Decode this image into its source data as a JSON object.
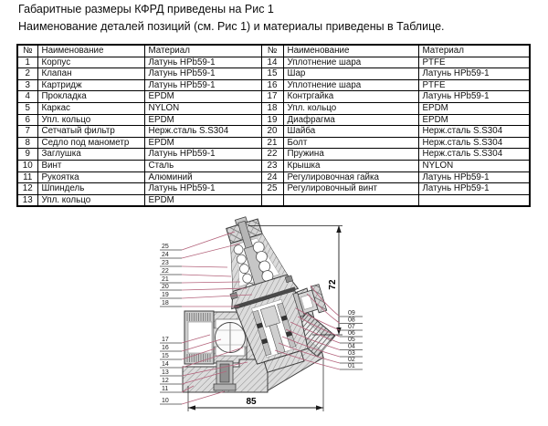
{
  "header": {
    "line1": "Габаритные размеры КФРД приведены на Рис 1",
    "line2": "Наименование деталей позиций (см. Рис 1) и материалы приведены в Таблице."
  },
  "table": {
    "headers": [
      "№",
      "Наименование",
      "Материал",
      "№",
      "Наименование",
      "Материал"
    ],
    "rows": [
      [
        "1",
        "Корпус",
        "Латунь HPb59-1",
        "14",
        "Уплотнение шара",
        "PTFE"
      ],
      [
        "2",
        "Клапан",
        "Латунь HPb59-1",
        "15",
        "Шар",
        "Латунь  HPb59-1"
      ],
      [
        "3",
        "Картридж",
        "Латунь  HPb59-1",
        "16",
        "Уплотнение шара",
        "PTFE"
      ],
      [
        "4",
        "Прокладка",
        "EPDM",
        "17",
        "Контргайка",
        "Латунь  HPb59-1"
      ],
      [
        "5",
        "Каркас",
        "NYLON",
        "18",
        "Упл. кольцо",
        "EPDM"
      ],
      [
        "6",
        "Упл. кольцо",
        "EPDM",
        "19",
        "Диафрагма",
        "EPDM"
      ],
      [
        "7",
        "Сетчатый фильтр",
        "Нерж.сталь S.S304",
        "20",
        "Шайба",
        "Нерж.сталь S.S304"
      ],
      [
        "8",
        "Седло под манометр",
        "EPDM",
        "21",
        "Болт",
        "Нерж.сталь S.S304"
      ],
      [
        "9",
        "Заглушка",
        "Латунь  HPb59-1",
        "22",
        "Пружина",
        "Нерж.сталь S.S304"
      ],
      [
        "10",
        "Винт",
        "Сталь",
        "23",
        "Крышка",
        "NYLON"
      ],
      [
        "11",
        "Рукоятка",
        "Алюминий",
        "24",
        "Регулировочная гайка",
        "Латунь HPb59-1"
      ],
      [
        "12",
        "Шпиндель",
        "Латунь  HPb59-1",
        "25",
        "Регулировочный винт",
        "Латунь HPb59-1"
      ],
      [
        "13",
        "Упл. кольцо",
        "EPDM",
        "",
        "",
        ""
      ]
    ]
  },
  "drawing": {
    "dimensions": {
      "height_label": "72",
      "width_label": "85"
    },
    "callouts_left": [
      "25",
      "24",
      "23",
      "22",
      "21",
      "20",
      "19",
      "18",
      "17",
      "16",
      "15",
      "14",
      "13",
      "12",
      "11",
      "10"
    ],
    "callouts_right": [
      "09",
      "08",
      "07",
      "06",
      "05",
      "04",
      "03",
      "02",
      "01"
    ],
    "colors": {
      "leader": "#b4647c",
      "outline": "#3d3d3d",
      "metal_fill": "#cdcdcd",
      "hatch_bg": "#dcdcdc"
    }
  }
}
